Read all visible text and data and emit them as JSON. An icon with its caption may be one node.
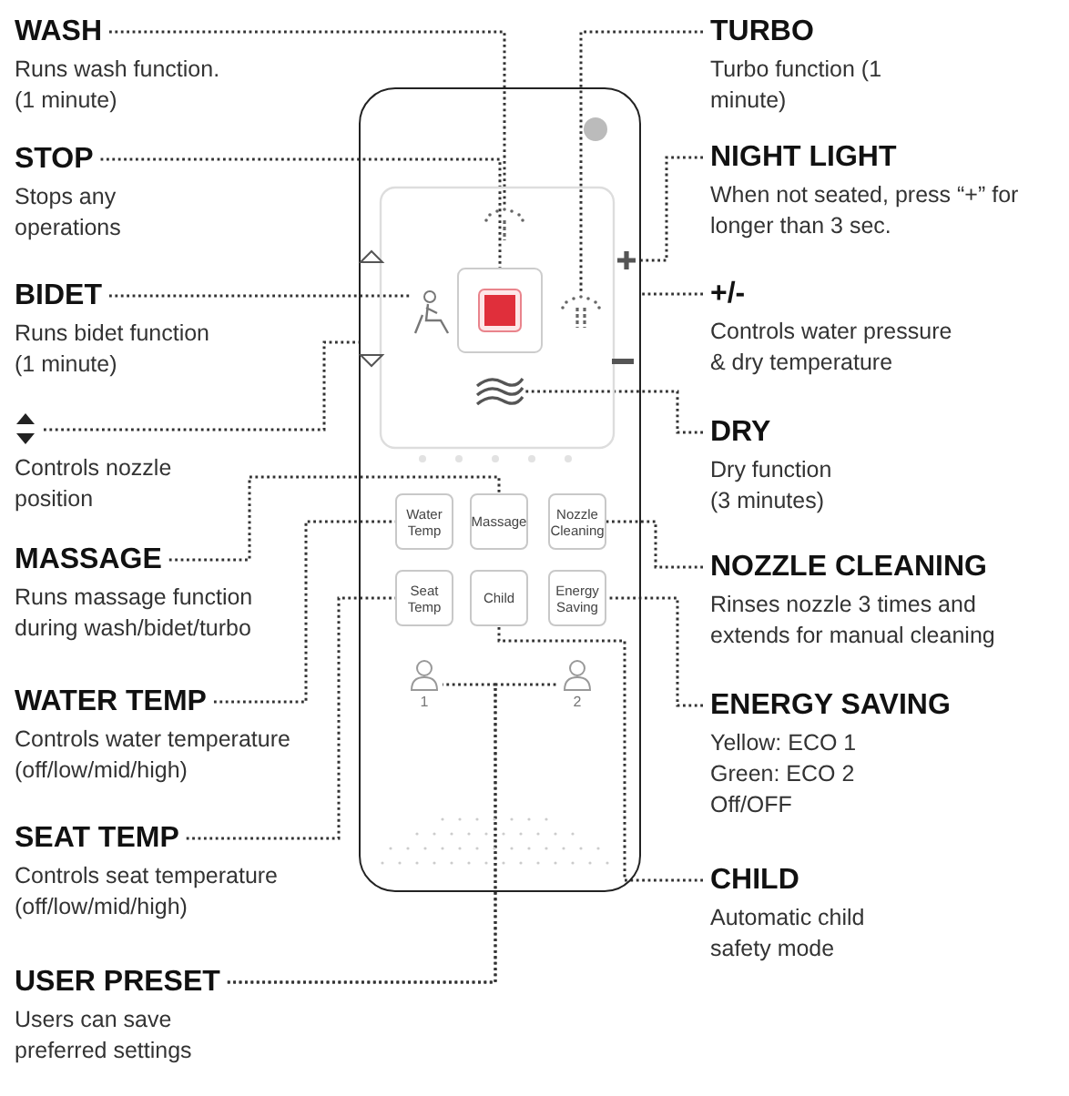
{
  "diagram": {
    "nodes": [
      {
        "text": [],
        "shape": "box"
      },
      {
        "text": [],
        "shape": "picture",
        "in": 0
      },
      {
        "text": [],
        "shape": "picture",
        "in": 0
      },
      {
        "text": [],
        "shape": "box",
        "in": 0
      },
      {
        "text": [],
        "shape": "picture",
        "in": 0
      },
      {
        "text": [],
        "shape": "cross",
        "in": 0
      },
      {
        "text": [],
        "shape": "picture",
        "in": 0
      },
      {
        "text": [
          "Water Temp"
        ],
        "in": 0
      },
      {
        "text": [
          "Massage"
        ],
        "in": 0
      },
      {
        "text": [
          "Nozzle Cleaning"
        ],
        "in": 0
      },
      {
        "text": [
          "Seat Temp"
        ],
        "in": 0
      },
      {
        "text": [
          "Child"
        ],
        "in": 0
      },
      {
        "text": [
          "Energy Saving"
        ],
        "in": 0
      },
      {
        "text": [
          "1"
        ],
        "in": 0
      },
      {
        "text": [
          "2"
        ],
        "in": 0
      },
      {
        "text": [
          "WASH",
          "Runs wash function. (1 minute)"
        ]
      },
      {
        "text": [
          "STOP",
          "Stops any operations"
        ]
      },
      {
        "text": [
          "BIDET",
          "Runs bidet function (1 minute)"
        ]
      },
      {
        "text": [
          "Controls nozzle position"
        ]
      },
      {
        "text": [
          "MASSAGE",
          "Runs massage function during wash/bidet/turbo"
        ]
      },
      {
        "text": [
          "WATER TEMP",
          "Controls water temperature (off/low/mid/high)"
        ]
      },
      {
        "text": [
          "SEAT TEMP",
          "Controls seat temperature (off/low/mid/high)"
        ]
      },
      {
        "text": [
          "USER PRESET",
          "Users can save preferred settings"
        ]
      },
      {
        "text": [
          "TURBO",
          "Turbo function (1 minute)"
        ]
      },
      {
        "text": [
          "NIGHT LIGHT",
          "When not seated, press “+” for longer than 3 sec."
        ]
      },
      {
        "text": [
          "+/-",
          "Controls water pressure & dry temperature"
        ]
      },
      {
        "text": [
          "DRY",
          "Dry function (3 minutes)"
        ]
      },
      {
        "text": [
          "NOZZLE CLEANING",
          "Rinses nozzle 3 times and extends for manual cleaning"
        ]
      },
      {
        "text": [
          "ENERGY SAVING",
          "Yellow: ECO 1",
          "Green: ECO 2",
          "Off/OFF"
        ]
      },
      {
        "text": [
          "CHILD",
          "Automatic child safety mode"
        ]
      }
    ],
    "edges": [
      {
        "from": 15,
        "to": 1,
        "arrow": "none",
        "style": "dashed"
      },
      {
        "from": 16,
        "to": 3,
        "arrow": "none",
        "style": "dashed"
      },
      {
        "from": 17,
        "to": 2,
        "arrow": "none",
        "style": "dashed"
      },
      {
        "from": 18,
        "to": 0,
        "arrow": "none",
        "style": "dashed"
      },
      {
        "from": 19,
        "to": 8,
        "arrow": "none",
        "style": "dashed"
      },
      {
        "from": 20,
        "to": 7,
        "arrow": "none",
        "style": "dashed"
      },
      {
        "from": 21,
        "to": 10,
        "arrow": "none",
        "style": "dashed"
      },
      {
        "from": 22,
        "to": 13,
        "arrow": "none",
        "style": "dashed"
      },
      {
        "from": 22,
        "to": 14,
        "arrow": "none",
        "style": "dashed"
      },
      {
        "from": 23,
        "to": 4,
        "arrow": "none",
        "style": "dashed"
      },
      {
        "from": 24,
        "to": 5,
        "arrow": "none",
        "style": "dashed"
      },
      {
        "from": 25,
        "to": 0,
        "arrow": "none",
        "style": "dashed"
      },
      {
        "from": 26,
        "to": 6,
        "arrow": "none",
        "style": "dashed"
      },
      {
        "from": 27,
        "to": 9,
        "arrow": "none",
        "style": "dashed"
      },
      {
        "from": 28,
        "to": 12,
        "arrow": "none",
        "style": "dashed"
      },
      {
        "from": 29,
        "to": 11,
        "arrow": "none",
        "style": "dashed"
      }
    ]
  }
}
